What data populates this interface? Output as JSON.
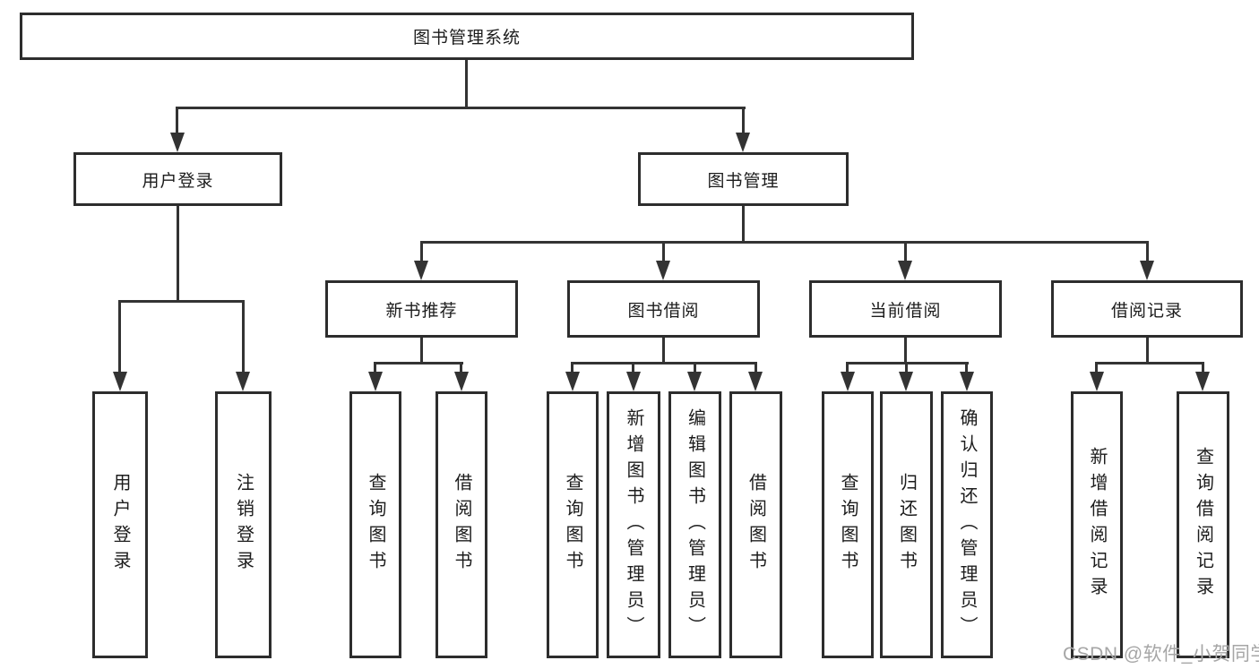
{
  "diagram_title": "图书管理系统",
  "tree": {
    "root": {
      "label": "图书管理系统"
    },
    "level2": [
      {
        "label": "用户登录"
      },
      {
        "label": "图书管理"
      }
    ],
    "level3": [
      {
        "label": "新书推荐"
      },
      {
        "label": "图书借阅"
      },
      {
        "label": "当前借阅"
      },
      {
        "label": "借阅记录"
      }
    ],
    "leaves": {
      "user_login": [
        "用户登录",
        "注销登录"
      ],
      "new_book_recommendation": [
        "查询图书",
        "借阅图书"
      ],
      "book_borrowing": [
        "查询图书",
        "新增图书（管理员）",
        "编辑图书（管理员）",
        "借阅图书"
      ],
      "current_borrowing": [
        "查询图书",
        "归还图书",
        "确认归还（管理员）"
      ],
      "borrowing_records": [
        "新增借阅记录",
        "查询借阅记录"
      ]
    }
  },
  "watermark": {
    "text": "CSDN @软件_小贺同学"
  },
  "colors": {
    "line": "#333333",
    "box_border": "#2d2d2d",
    "box_fill": "#ffffff",
    "text": "#1c1c1c",
    "watermark": "#a6a6a6",
    "background": "#ffffff"
  }
}
